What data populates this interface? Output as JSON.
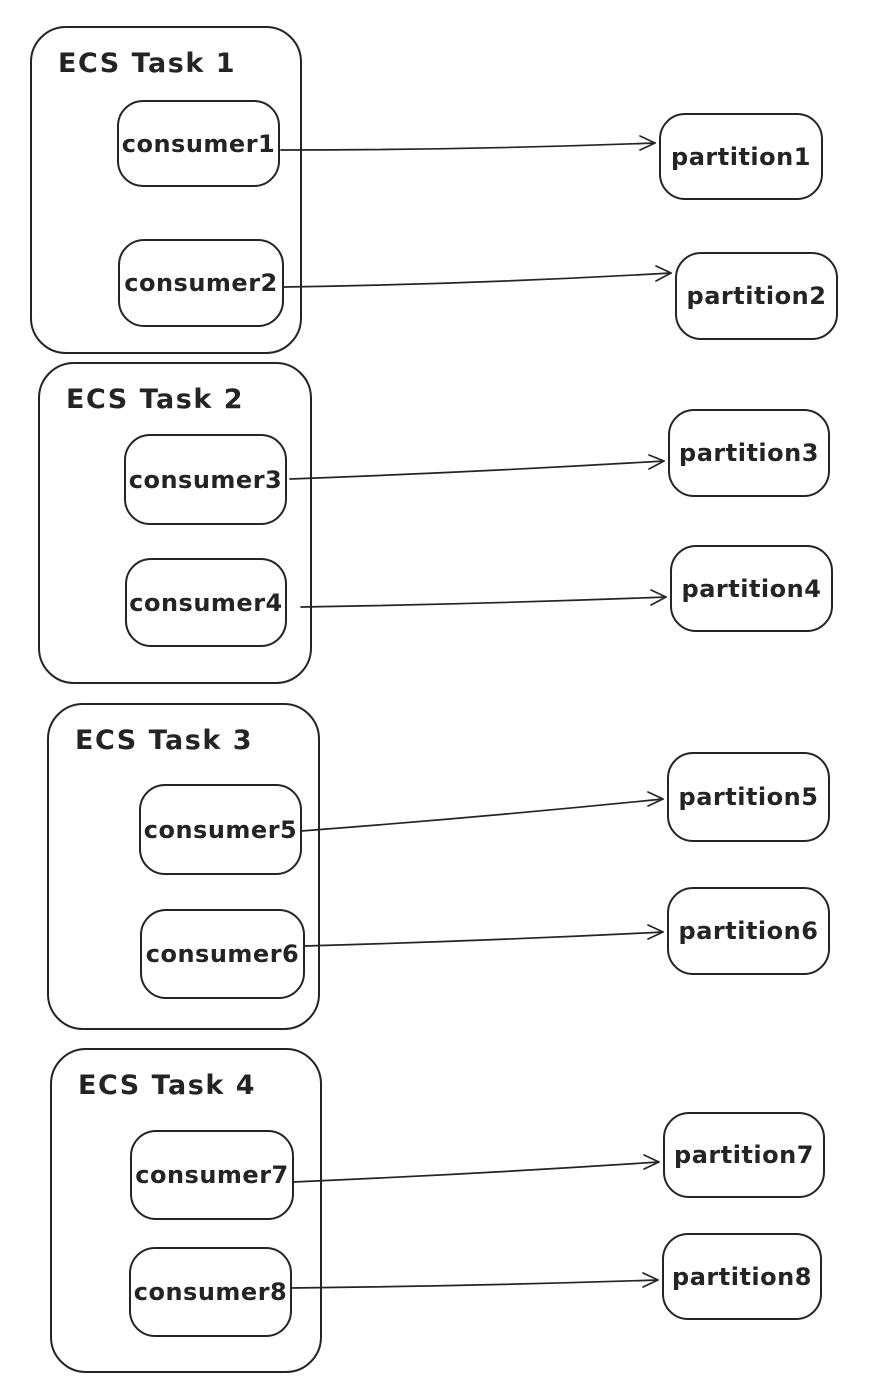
{
  "colors": {
    "stroke": "#242424",
    "background": "#ffffff"
  },
  "tasks": [
    {
      "label": "ECS Task 1",
      "consumers": [
        "consumer1",
        "consumer2"
      ]
    },
    {
      "label": "ECS Task 2",
      "consumers": [
        "consumer3",
        "consumer4"
      ]
    },
    {
      "label": "ECS Task 3",
      "consumers": [
        "consumer5",
        "consumer6"
      ]
    },
    {
      "label": "ECS Task 4",
      "consumers": [
        "consumer7",
        "consumer8"
      ]
    }
  ],
  "partitions": [
    "partition1",
    "partition2",
    "partition3",
    "partition4",
    "partition5",
    "partition6",
    "partition7",
    "partition8"
  ],
  "connections": [
    {
      "from": "consumer1",
      "to": "partition1"
    },
    {
      "from": "consumer2",
      "to": "partition2"
    },
    {
      "from": "consumer3",
      "to": "partition3"
    },
    {
      "from": "consumer4",
      "to": "partition4"
    },
    {
      "from": "consumer5",
      "to": "partition5"
    },
    {
      "from": "consumer6",
      "to": "partition6"
    },
    {
      "from": "consumer7",
      "to": "partition7"
    },
    {
      "from": "consumer8",
      "to": "partition8"
    }
  ]
}
